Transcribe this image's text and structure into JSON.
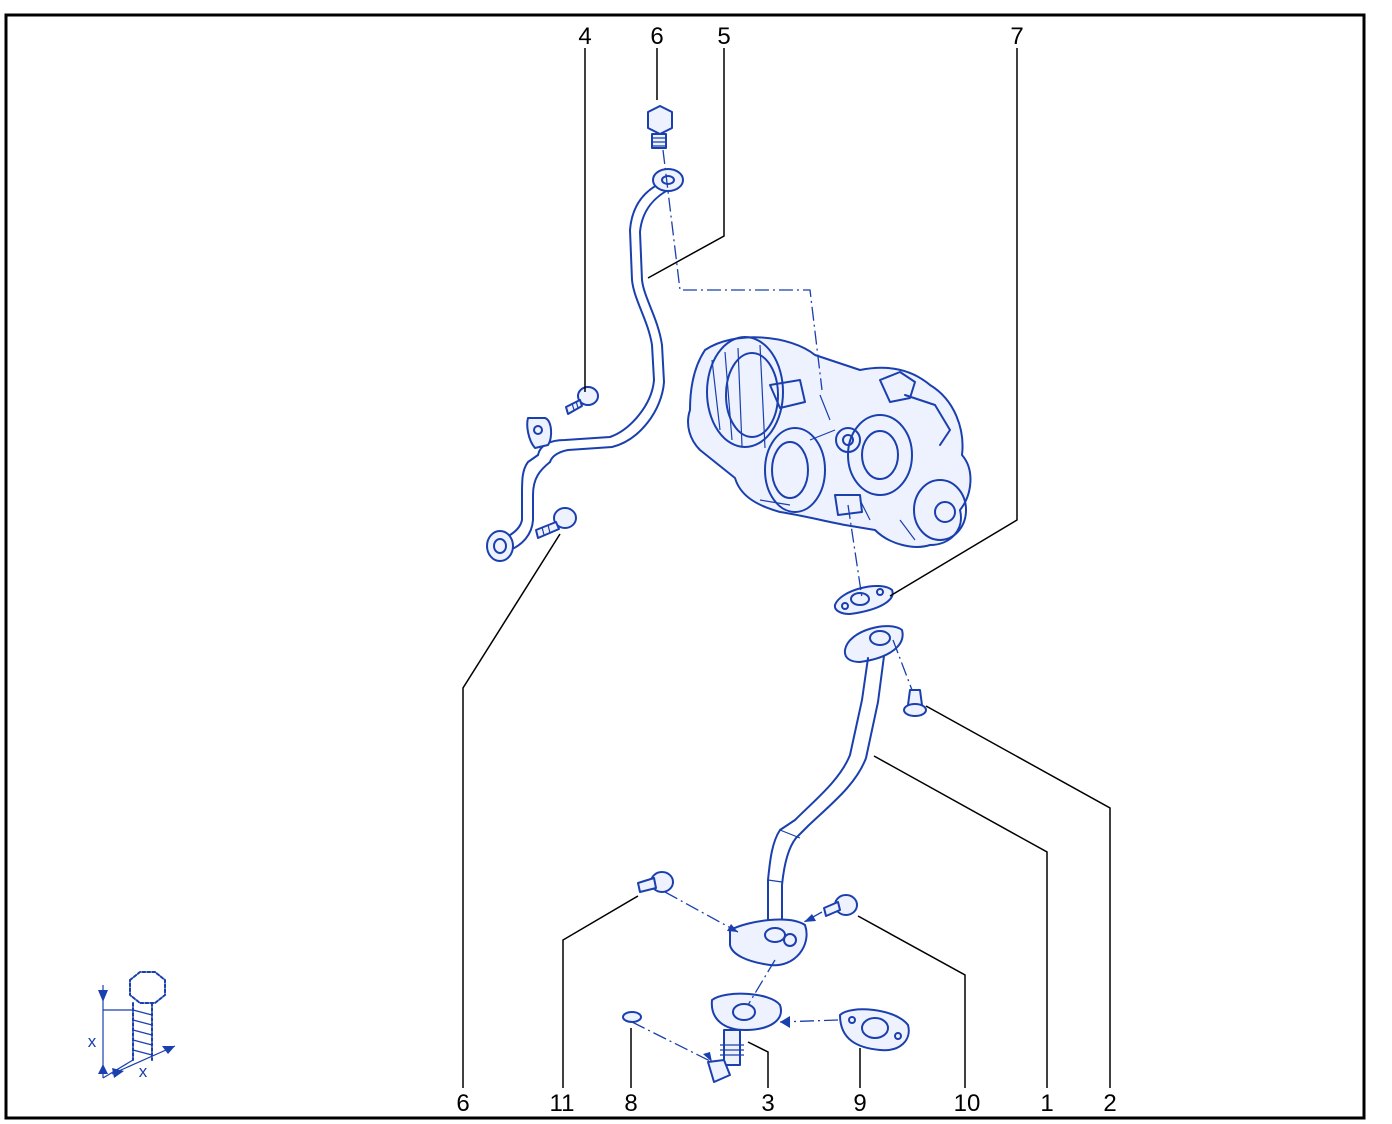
{
  "callouts": [
    {
      "id": "1",
      "label": "1"
    },
    {
      "id": "2",
      "label": "2"
    },
    {
      "id": "3",
      "label": "3"
    },
    {
      "id": "4",
      "label": "4"
    },
    {
      "id": "5",
      "label": "5"
    },
    {
      "id": "6a",
      "label": "6"
    },
    {
      "id": "6b",
      "label": "6"
    },
    {
      "id": "7",
      "label": "7"
    },
    {
      "id": "8",
      "label": "8"
    },
    {
      "id": "9",
      "label": "9"
    },
    {
      "id": "10",
      "label": "10"
    },
    {
      "id": "11",
      "label": "11"
    }
  ],
  "legend": {
    "dimension_label_vertical": "x",
    "dimension_label_horizontal": "x",
    "icon": "bolt-measurement-icon"
  },
  "colors": {
    "parts": "#1a3fae",
    "frame": "#000000"
  }
}
